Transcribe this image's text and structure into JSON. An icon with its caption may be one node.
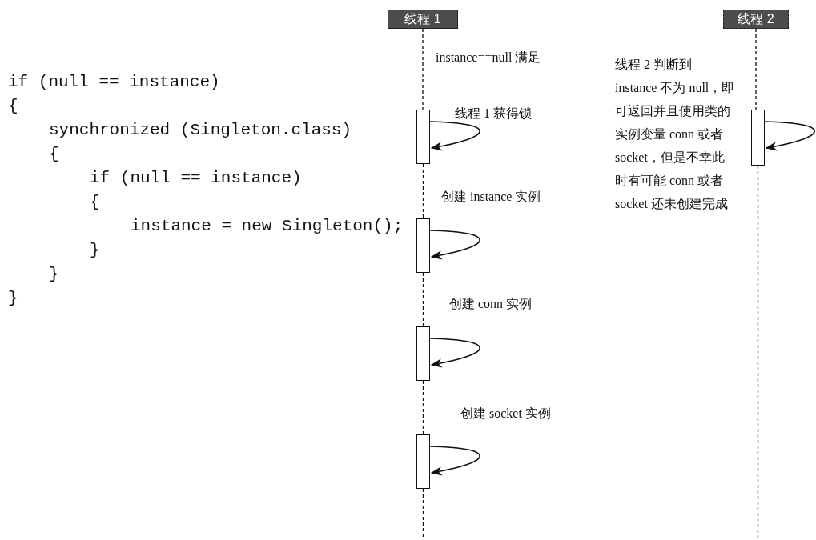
{
  "diagram": {
    "nodes": [
      {
        "text": [
          "线程 1"
        ]
      },
      {
        "text": [
          "线程 2"
        ]
      },
      {
        "text": [],
        "shape": "bar"
      },
      {
        "text": [],
        "shape": "bar"
      },
      {
        "text": [],
        "shape": "bar"
      },
      {
        "text": [],
        "shape": "bar"
      },
      {
        "text": [],
        "shape": "bar"
      }
    ],
    "edges": [
      {
        "from": 0,
        "to": 2,
        "arrow": "none",
        "style": "dashed"
      },
      {
        "from": 2,
        "to": 4,
        "arrow": "none",
        "style": "dashed"
      },
      {
        "from": 4,
        "to": 5,
        "arrow": "none",
        "style": "dashed"
      },
      {
        "from": 5,
        "to": 6,
        "arrow": "none",
        "style": "dashed"
      },
      {
        "from": 6,
        "to": null,
        "arrow": "none",
        "style": "dashed"
      },
      {
        "from": 1,
        "to": 3,
        "arrow": "none",
        "style": "dashed"
      },
      {
        "from": 3,
        "to": null,
        "arrow": "none",
        "style": "dashed"
      },
      {
        "from": 2,
        "to": 2,
        "arrow": "to"
      },
      {
        "from": 3,
        "to": 3,
        "arrow": "to"
      },
      {
        "from": 4,
        "to": 4,
        "arrow": "to"
      },
      {
        "from": 5,
        "to": 5,
        "arrow": "to"
      },
      {
        "from": 6,
        "to": 6,
        "arrow": "to"
      }
    ],
    "labels": [
      "if (null == instance)",
      "{",
      "synchronized (Singleton.class)",
      "{",
      "if (null == instance)",
      "{",
      "instance = new Singleton();",
      "}",
      "}",
      "}",
      "instance==null 满足",
      "线程 1 获得锁",
      "线程 2 判断到 instance 不为 null，即可返回并且使用类的实例变量 conn 或者 socket，但是不幸此时有可能 conn 或者 socket 还未创建完成",
      "创建 instance 实例",
      "创建 conn 实例",
      "创建 socket 实例"
    ]
  }
}
